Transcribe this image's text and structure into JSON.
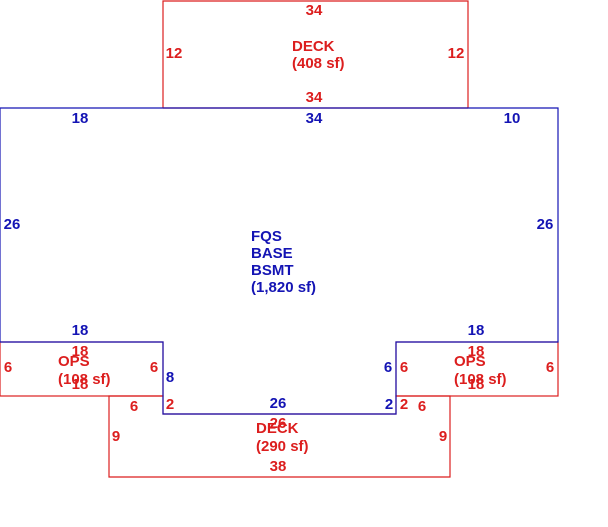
{
  "colors": {
    "base": "#1414b4",
    "addition": "#dc1e1e",
    "background": "#ffffff"
  },
  "areas": {
    "deck_top": {
      "lines": [
        "DECK",
        "(408 sf)"
      ]
    },
    "base": {
      "lines": [
        "FQS",
        "BASE",
        "BSMT",
        "(1,820 sf)"
      ]
    },
    "ops_left": {
      "lines": [
        "OPS",
        "(108 sf)"
      ]
    },
    "ops_right": {
      "lines": [
        "OPS",
        "(108 sf)"
      ]
    },
    "deck_bottom": {
      "lines": [
        "DECK",
        "(290 sf)"
      ]
    }
  },
  "dimensions": {
    "deck_top": {
      "top": "34",
      "left": "12",
      "right": "12",
      "bottom": "34"
    },
    "base": {
      "top_left": "18",
      "top_center": "34",
      "top_right": "10",
      "left": "26",
      "right": "26",
      "notch_left_top": "18",
      "notch_right_top": "18",
      "notch_left_side": "8",
      "notch_right_side": "6",
      "bottom": "26",
      "step_left": "2",
      "step_right": "2"
    },
    "ops_left": {
      "top": "18",
      "left": "6",
      "right": "6",
      "bottom": "18"
    },
    "ops_right": {
      "top": "18",
      "left": "6",
      "right": "6",
      "bottom": "18"
    },
    "deck_bottom": {
      "top": "26",
      "bottom": "38",
      "left": "9",
      "right": "9",
      "step_left": "6",
      "step_right": "6",
      "notch_left": "2",
      "notch_right": "2"
    }
  }
}
